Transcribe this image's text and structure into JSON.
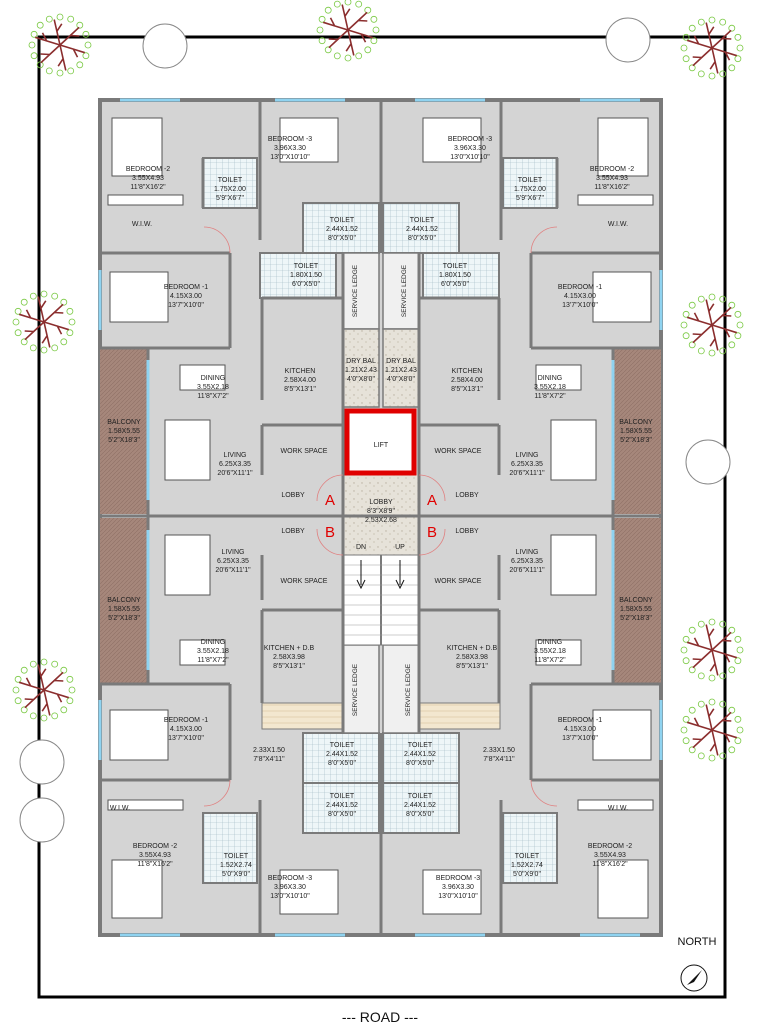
{
  "title_road": "--- ROAD ---",
  "north_label": "NORTH",
  "section_a": "A",
  "section_b": "B",
  "colors": {
    "wall": "#7a7a7a",
    "floor": "#d4d4d4",
    "balcony": "#a6877b",
    "lift": "#e00000",
    "tree_green": "#7ac943",
    "tree_trunk": "#8b2e2e"
  },
  "rooms": {
    "bedroom2": {
      "name": "BEDROOM -2",
      "m": "3.55X4.93",
      "ft": "11'8\"X16'2\""
    },
    "bedroom3": {
      "name": "BEDROOM -3",
      "m": "3.96X3.30",
      "ft": "13'0\"X10'10\""
    },
    "bedroom1": {
      "name": "BEDROOM -1",
      "m": "4.15X3.00",
      "ft": "13'7\"X10'0\""
    },
    "toilet_a": {
      "name": "TOILET",
      "m": "1.75X2.00",
      "ft": "5'9\"X6'7\""
    },
    "toilet_b": {
      "name": "TOILET",
      "m": "2.44X1.52",
      "ft": "8'0\"X5'0\""
    },
    "toilet_c": {
      "name": "TOILET",
      "m": "1.80X1.50",
      "ft": "6'0\"X5'0\""
    },
    "toilet_d": {
      "name": "TOILET",
      "m": "1.52X2.74",
      "ft": "5'0\"X9'0\""
    },
    "wiw": "W.I.W.",
    "service_ledge": "SERVICE LEDGE",
    "dry_bal": {
      "name": "DRY BAL",
      "m": "1.21X2.43",
      "ft": "4'0\"X8'0\""
    },
    "dining": {
      "name": "DINING",
      "m": "3.55X2.18",
      "ft": "11'8\"X7'2\""
    },
    "kitchen": {
      "name": "KITCHEN",
      "m": "2.58X4.00",
      "ft": "8'5\"X13'1\""
    },
    "kitchen_db": {
      "name": "KITCHEN + D.B",
      "m": "2.58X3.98",
      "ft": "8'5\"X13'1\""
    },
    "balcony": {
      "name": "BALCONY",
      "m": "1.58X5.55",
      "ft": "5'2\"X18'3\""
    },
    "living": {
      "name": "LIVING",
      "m": "6.25X3.35",
      "ft": "20'6\"X11'1\""
    },
    "work_space": "WORK SPACE",
    "lobby": "LOBBY",
    "lift": "LIFT",
    "central_lobby": {
      "name": "LOBBY",
      "ft": "8'3\"X8'9\"",
      "m": "2.53X2.68"
    },
    "dn": "DN",
    "up": "UP",
    "passage": {
      "m": "2.33X1.50",
      "ft": "7'8\"X4'11\""
    }
  }
}
